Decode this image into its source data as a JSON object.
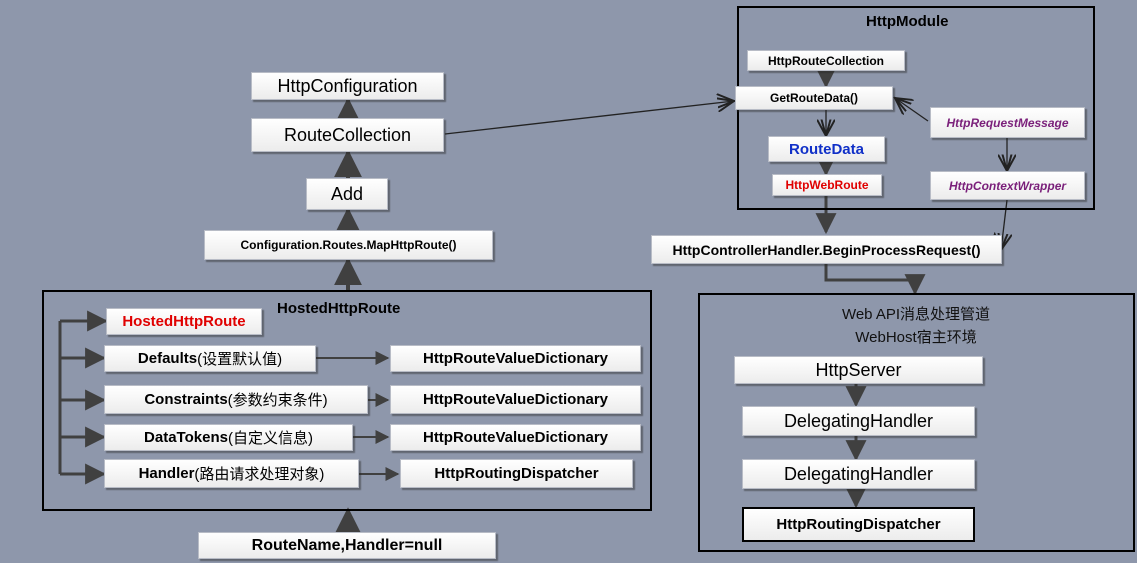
{
  "http_module": {
    "title": "HttpModule",
    "route_collection": "HttpRouteCollection",
    "get_route_data": "GetRouteData()",
    "request_message": "HttpRequestMessage",
    "route_data": "RouteData",
    "web_route": "HttpWebRoute",
    "context_wrapper": "HttpContextWrapper"
  },
  "config_chain": {
    "http_configuration": "HttpConfiguration",
    "route_collection": "RouteCollection",
    "add": "Add",
    "map_http_route": "Configuration.Routes.MapHttpRoute()"
  },
  "controller_handler": "HttpControllerHandler.BeginProcessRequest()",
  "hosted_route": {
    "title": "HostedHttpRoute",
    "label_box": "HostedHttpRoute",
    "rows": [
      {
        "prop": "Defaults",
        "prop_note": "(设置默认值)",
        "target": "HttpRouteValueDictionary"
      },
      {
        "prop": "Constraints",
        "prop_note": "(参数约束条件)",
        "target": "HttpRouteValueDictionary"
      },
      {
        "prop": "DataTokens",
        "prop_note": "(自定义信息)",
        "target": "HttpRouteValueDictionary"
      },
      {
        "prop": "Handler",
        "prop_note": "(路由请求处理对象)",
        "target": "HttpRoutingDispatcher"
      }
    ]
  },
  "route_name": "RouteName,Handler=null",
  "pipeline": {
    "title_line1": "Web API消息处理管道",
    "title_line2": "WebHost宿主环境",
    "server": "HttpServer",
    "handler1": "DelegatingHandler",
    "handler2": "DelegatingHandler",
    "dispatcher": "HttpRoutingDispatcher"
  },
  "colors": {
    "background": "#8e97ab",
    "red_text": "#e00000",
    "blue_text": "#1030c8",
    "purple_text": "#7a1f7a",
    "arrow": "#404040"
  }
}
